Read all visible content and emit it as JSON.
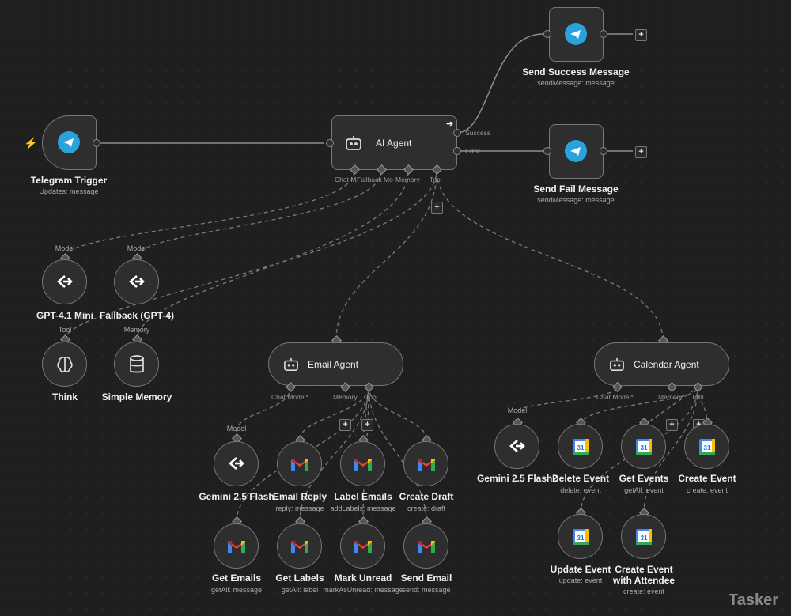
{
  "nodes": {
    "telegram_trigger": {
      "title": "Telegram Trigger",
      "subtitle": "Updates: message"
    },
    "ai_agent": {
      "title": "AI Agent",
      "port_success": "Success",
      "port_error": "Error",
      "port_chat": "Chat M",
      "port_fallback": "Fallback Mo",
      "port_memory": "Memory",
      "port_tool": "Tool"
    },
    "send_success": {
      "title": "Send Success Message",
      "subtitle": "sendMessage: message"
    },
    "send_fail": {
      "title": "Send Fail Message",
      "subtitle": "sendMessage: message"
    },
    "gpt41": {
      "title": "GPT-4.1 Mini",
      "top_label": "Model"
    },
    "fallback": {
      "title": "Fallback (GPT-4)",
      "top_label": "Model"
    },
    "think": {
      "title": "Think",
      "top_label": "Tool"
    },
    "simple_memory": {
      "title": "Simple Memory",
      "top_label": "Memory"
    },
    "email_agent": {
      "title": "Email Agent",
      "port_chat": "Chat Model",
      "port_memory": "Memory",
      "port_tool": "Tool"
    },
    "calendar_agent": {
      "title": "Calendar Agent",
      "port_chat": "Chat Model",
      "port_memory": "Memory",
      "port_tool": "Tool"
    },
    "gemini_email": {
      "title": "Gemini 2.5 Flash",
      "top_label": "Model"
    },
    "email_reply": {
      "title": "Email Reply",
      "subtitle": "reply: message"
    },
    "label_emails": {
      "title": "Label Emails",
      "subtitle": "addLabels: message"
    },
    "create_draft": {
      "title": "Create Draft",
      "subtitle": "create: draft"
    },
    "get_emails": {
      "title": "Get Emails",
      "subtitle": "getAll: message"
    },
    "get_labels": {
      "title": "Get Labels",
      "subtitle": "getAll: label"
    },
    "mark_unread": {
      "title": "Mark Unread",
      "subtitle": "markAsUnread: message"
    },
    "send_email": {
      "title": "Send Email",
      "subtitle": "send: message"
    },
    "gemini_cal": {
      "title": "Gemini 2.5 Flash2",
      "top_label": "Model"
    },
    "delete_event": {
      "title": "Delete Event",
      "subtitle": "delete: event"
    },
    "get_events": {
      "title": "Get Events",
      "subtitle": "getAll: event"
    },
    "create_event": {
      "title": "Create Event",
      "subtitle": "create: event"
    },
    "update_event": {
      "title": "Update Event",
      "subtitle": "update: event"
    },
    "create_event_att": {
      "title": "Create Event with Attendee",
      "subtitle": "create: event"
    }
  },
  "required_marker": "*",
  "plus_label": "+",
  "watermark": "Tasker",
  "icons": {
    "telegram": "telegram-icon",
    "robot": "robot-icon",
    "openai": "openai-icon",
    "brain": "brain-icon",
    "database": "database-icon",
    "gmail": "gmail-icon",
    "gcal": "google-calendar-icon",
    "bolt": "lightning-bolt-icon",
    "arrow": "arrow-right-icon"
  },
  "colors": {
    "background": "#1f1f1f",
    "node": "#2e2e2e",
    "border": "#777777",
    "telegram": "#2aa3dd",
    "trigger_bolt": "#ff6d5a"
  }
}
